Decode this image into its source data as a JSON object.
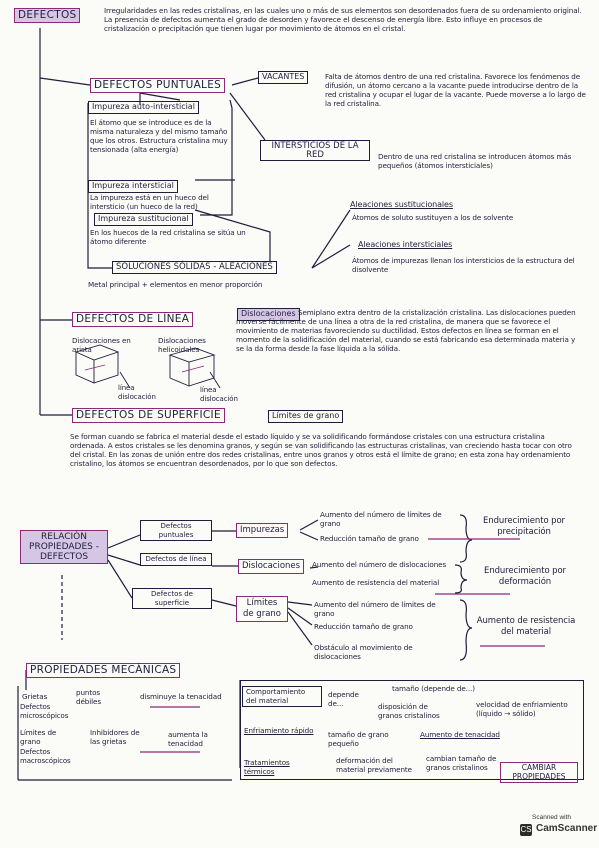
{
  "sections": {
    "defectos": {
      "title": "DEFECTOS",
      "intro": "Irregularidades en las redes cristalinas, en las cuales uno o más de sus elementos son desordenados fuera de su ordenamiento original. La presencia de defectos aumenta el grado de desorden y favorece el descenso de energía libre. Esto influye en procesos de cristalización o precipitación que tienen lugar por movimiento de átomos en el cristal."
    },
    "puntuales": {
      "title": "DEFECTOS PUNTUALES",
      "vacantes_label": "VACANTES",
      "vacantes_text": "Falta de átomos dentro de una red cristalina. Favorece los fenómenos de difusión, un átomo cercano a la vacante puede introducirse dentro de la red cristalina y ocupar el lugar de la vacante. Puede moverse a lo largo de la red cristalina.",
      "intersticios_label": "INTERSTICIOS DE LA RED",
      "intersticios_text": "Dentro de una red cristalina se introducen átomos más pequeños (átomos intersticiales)",
      "auto_label": "Impureza auto-intersticial",
      "auto_text": "El átomo que se introduce es de la misma naturaleza y del mismo tamaño que los otros. Estructura cristalina muy tensionada (alta energía)",
      "inter_label": "Impureza intersticial",
      "inter_text": "La impureza está en un hueco del intersticio (un hueco de la red)",
      "sust_label": "Impureza sustitucional",
      "sust_text": "En los huecos de la red cristalina se sitúa un átomo diferente",
      "soluciones_label": "SOLUCIONES SÓLIDAS - ALEACIONES",
      "soluciones_text": "Metal principal + elementos en menor proporción",
      "alea_sust_label": "Aleaciones sustitucionales",
      "alea_sust_text": "Átomos de soluto sustituyen a los de solvente",
      "alea_inter_label": "Aleaciones intersticiales",
      "alea_inter_text": "Átomos de impurezas llenan los intersticios de la estructura del disolvente"
    },
    "linea": {
      "title": "DEFECTOS DE LÍNEA",
      "dis_label": "Dislocaciones",
      "dis_text": "Semiplano extra dentro de la cristalización cristalina. Las dislocaciones pueden moverse fácilmente de una línea a otra de la red cristalina, de manera que se favorece el movimiento de materias favoreciendo su ductilidad. Estos defectos en línea se forman en el momento de la solidificación del material, cuando se está fabricando esa determinada materia y se la da forma desde la fase líquida a la sólida.",
      "fig1_label": "Dislocaciones en arista",
      "fig2_label": "Dislocaciones helicoidales",
      "fig1_sub": "línea dislocación",
      "fig2_sub": "línea dislocación"
    },
    "superficie": {
      "title": "DEFECTOS DE SUPERFICIE",
      "limites_label": "Límites de grano",
      "text": "Se forman cuando se fabrica el material desde el estado líquido y se va solidificando formándose cristales con una estructura cristalina ordenada. A estos cristales se les denomina granos, y según se van solidificando las estructuras cristalinas, van creciendo hasta tocar con otro del cristal. En las zonas de unión entre dos redes cristalinas, entre unos granos y otros está el límite de grano; en esta zona hay ordenamiento cristalino, los átomos se encuentran desordenados, por lo que son defectos."
    },
    "relacion": {
      "title": "RELACIÓN PROPIEDADES - DEFECTOS",
      "rows": [
        {
          "def": "Defectos puntuales",
          "type": "Impurezas",
          "effects": [
            "Aumento del número de límites de grano",
            "Reducción tamaño de grano"
          ],
          "result": "Endurecimiento por precipitación"
        },
        {
          "def": "Defectos de línea",
          "type": "Dislocaciones",
          "effects": [
            "Aumento del número de dislocaciones",
            "Aumento de resistencia del material"
          ],
          "result": "Endurecimiento por deformación"
        },
        {
          "def": "Defectos de superficie",
          "type": "Límites de grano",
          "effects": [
            "Aumento del número de límites de grano",
            "Reducción tamaño de grano",
            "Obstáculo al movimiento de dislocaciones"
          ],
          "result": "Aumento de resistencia del material"
        }
      ]
    },
    "mecanicas": {
      "title": "PROPIEDADES MECÁNICAS",
      "left_line1_a": "Grietas",
      "left_line1_b": "puntos débiles",
      "left_line1_c": "disminuye la tenacidad",
      "left_line1_d": "Defectos microscópicos",
      "left_line2_a": "Límites de grano",
      "left_line2_b": "Inhibidores de las grietas",
      "left_line2_c": "aumenta la tenacidad",
      "left_line2_d": "Defectos macroscópicos",
      "comp_label": "Comportamiento del material",
      "depende": "depende de...",
      "tamano": "tamaño (depende de...)",
      "disposicion": "disposición de granos cristalinos",
      "velocidad": "velocidad de enfriamiento (líquido → sólido)",
      "enfr_label": "Enfriamiento rápido",
      "enfr_mid": "tamaño de grano pequeño",
      "enfr_res": "Aumento de tenacidad",
      "trat_label": "Tratamientos térmicos",
      "trat_mid": "deformación del material previamente",
      "trat_res": "cambian tamaño de granos cristalinos",
      "cambiar": "CAMBIAR PROPIEDADES"
    }
  },
  "watermark": {
    "line1": "Scanned with",
    "line2": "CamScanner"
  },
  "colors": {
    "ink": "#1e1e3c",
    "accent": "#8c2a78",
    "highlight": "#d6c6e6"
  }
}
